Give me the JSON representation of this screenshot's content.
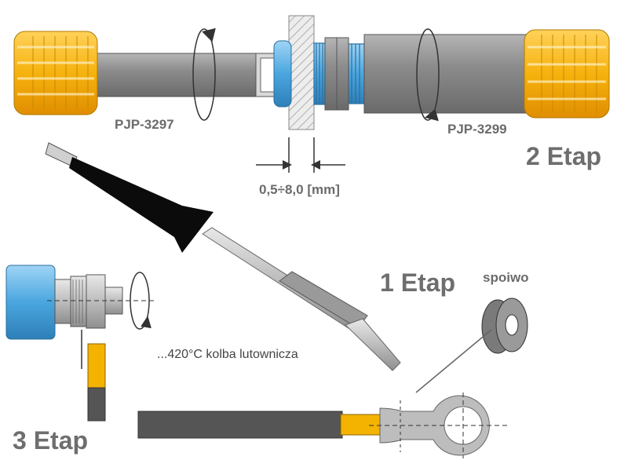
{
  "labels": {
    "connector_left": "PJP-3297",
    "connector_right": "PJP-3299",
    "dimension": "0,5÷8,0 [mm]",
    "stage_1": "1 Etap",
    "stage_2": "2 Etap",
    "stage_3": "3 Etap",
    "solder": "spoiwo",
    "iron": "...420°C  kolba lutownicza"
  },
  "colors": {
    "knob_gold": "#f6b20e",
    "body_gray": "#8a8a8a",
    "insulator_blue": "#5fb3e6",
    "iron_black": "#0b0b0b",
    "wire_yellow": "#f3b300",
    "wire_dark": "#555555",
    "lug_gray": "#bdbdbd"
  },
  "icons": [
    "rotation-arrow-icon",
    "dimension-arrow-icon",
    "solder-spool-icon"
  ]
}
